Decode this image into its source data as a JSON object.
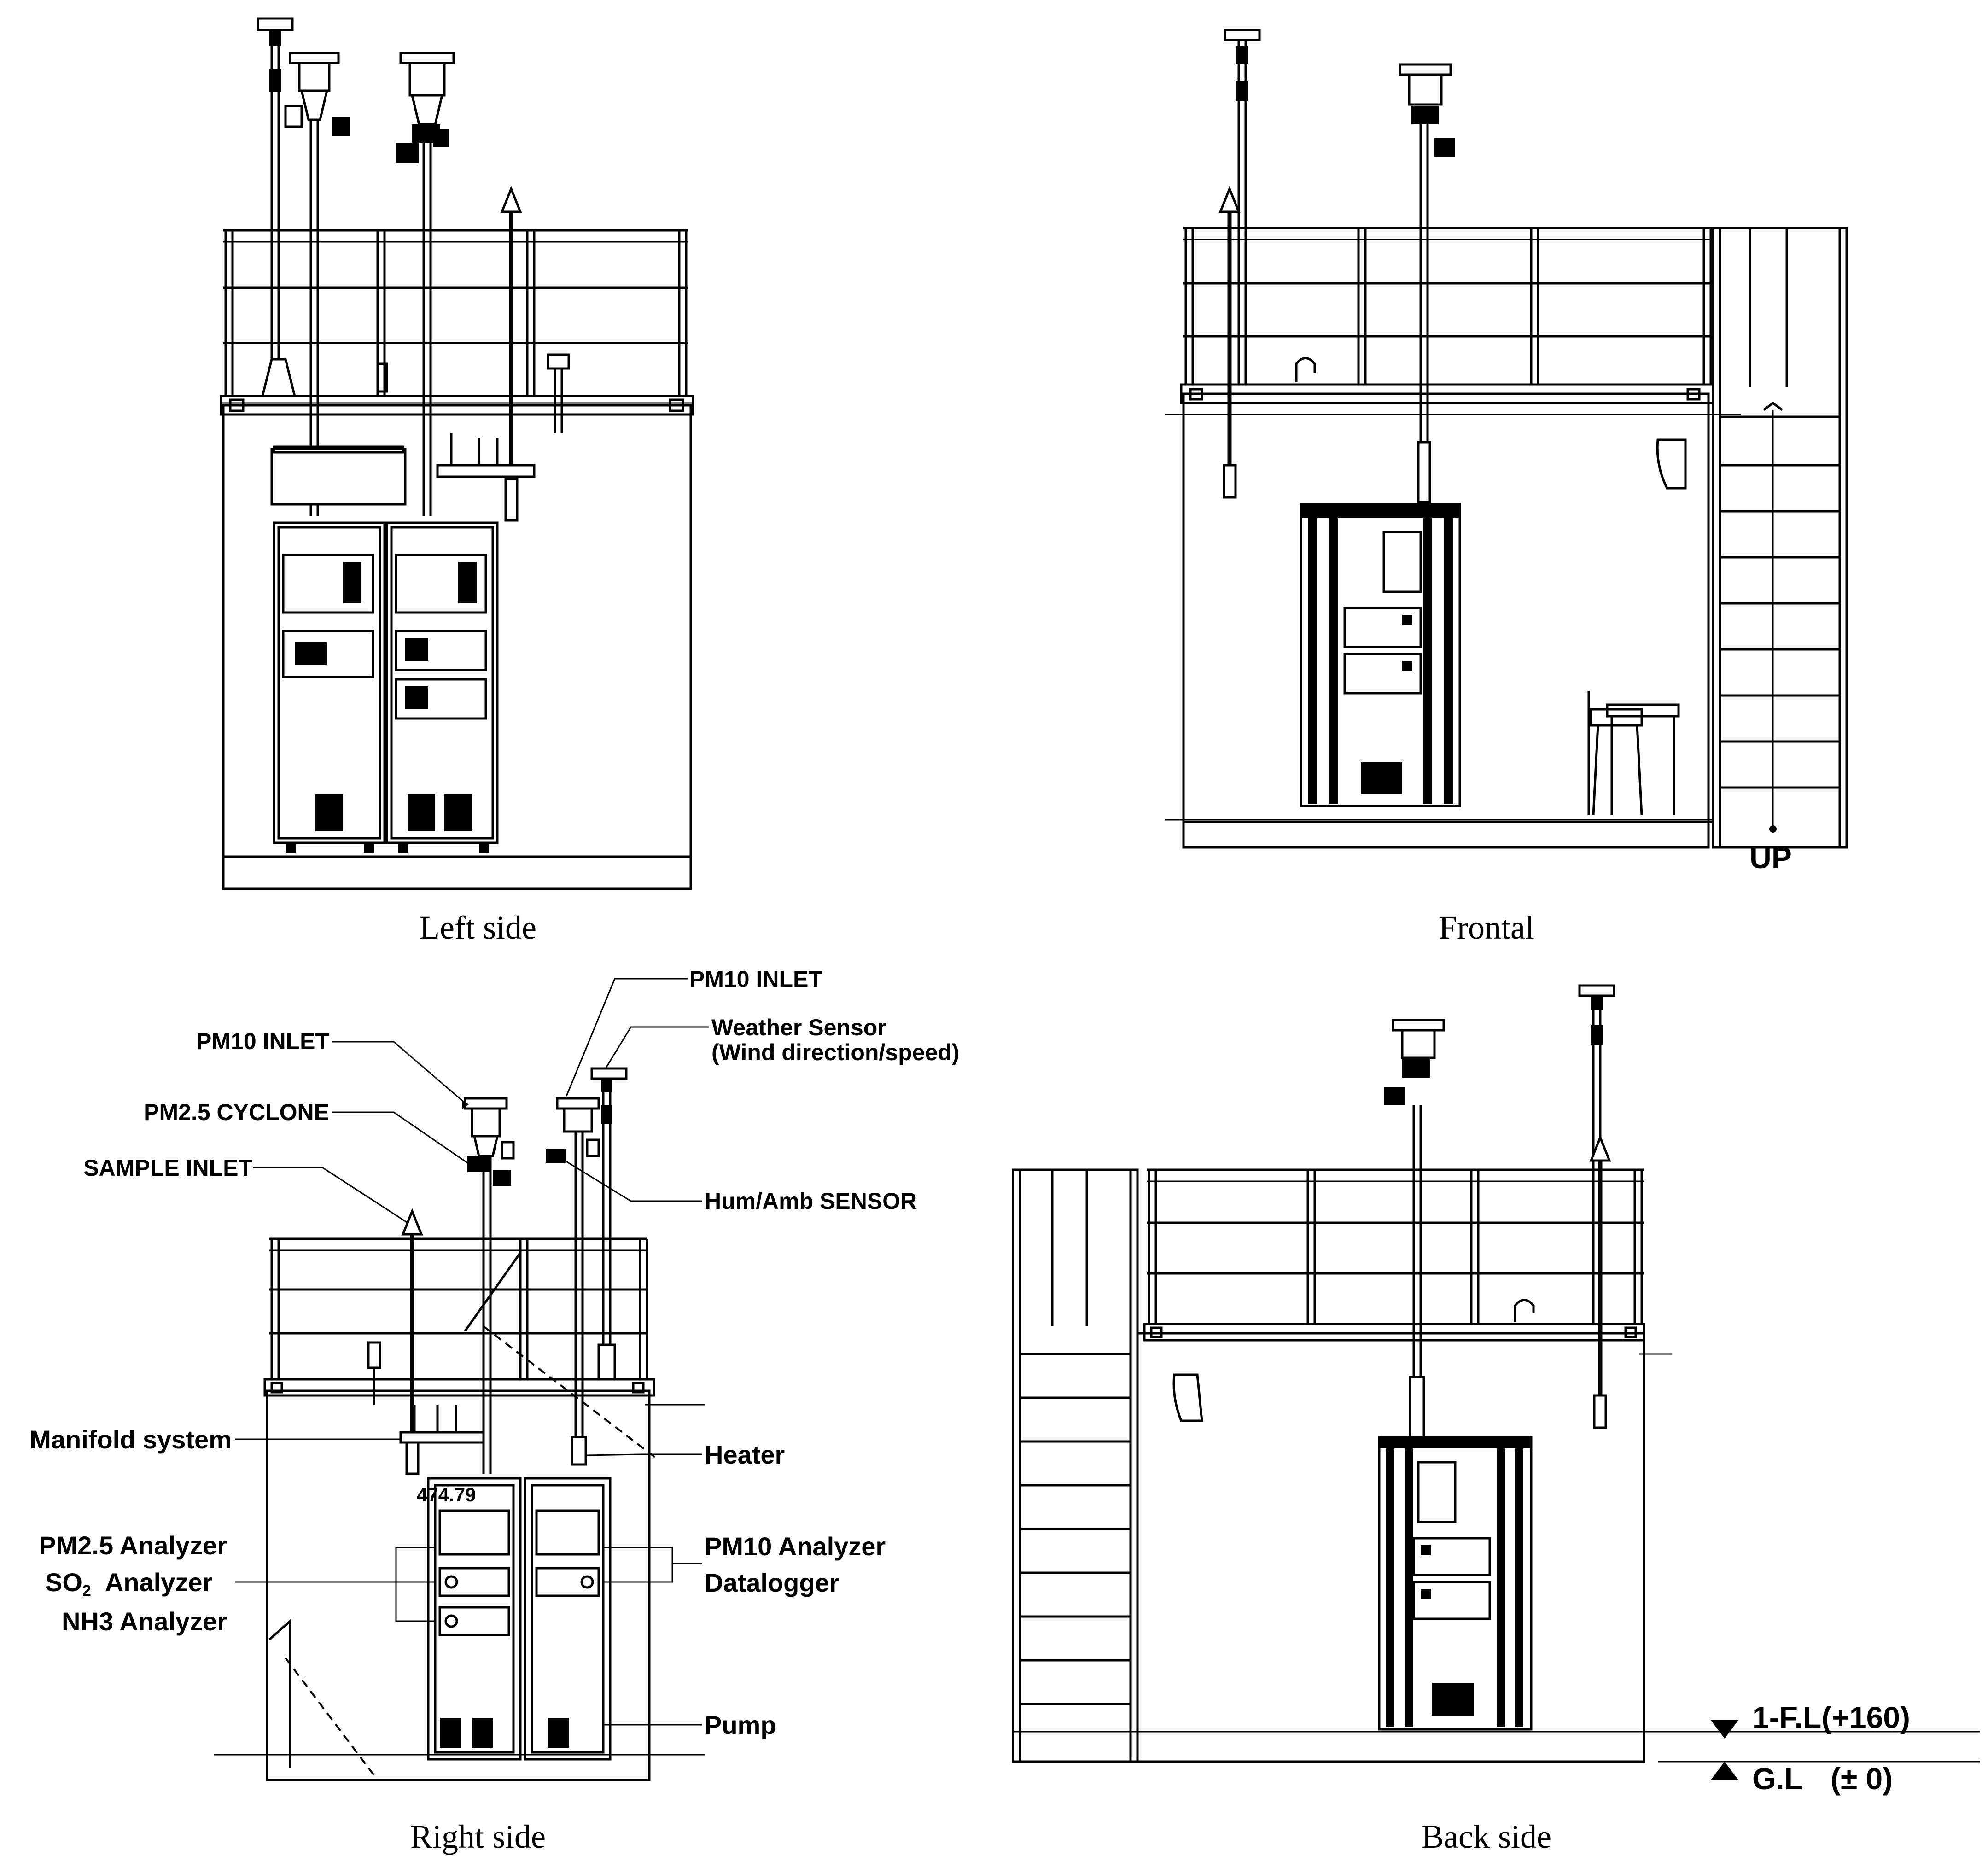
{
  "captions": {
    "left_side": "Left side",
    "frontal": "Frontal",
    "right_side": "Right side",
    "back_side": "Back side"
  },
  "frontal": {
    "up_label": "UP"
  },
  "right_side": {
    "pm10_inlet_left": "PM10 INLET",
    "pm10_inlet_right": "PM10 INLET",
    "weather_sensor_line1": "Weather Sensor",
    "weather_sensor_line2": "(Wind direction/speed)",
    "pm25_cyclone": "PM2.5 CYCLONE",
    "sample_inlet": "SAMPLE INLET",
    "hum_amb_sensor": "Hum/Amb SENSOR",
    "manifold_system": "Manifold system",
    "heater": "Heater",
    "dimension": "474.79",
    "pm25_analyzer": "PM2.5 Analyzer",
    "so2_analyzer_prefix": "SO",
    "so2_analyzer_sub": "2",
    "so2_analyzer_suffix": "Analyzer",
    "nh3_analyzer": "NH3 Analyzer",
    "pm10_analyzer": "PM10 Analyzer",
    "datalogger": "Datalogger",
    "pump": "Pump"
  },
  "back_side": {
    "floor_level": "1-F.L(+160)",
    "ground_level_prefix": "G.L",
    "ground_level_value": "(±   0)"
  },
  "icons": [
    "triangle-down-icon",
    "triangle-up-icon",
    "arrow-head-icon"
  ]
}
